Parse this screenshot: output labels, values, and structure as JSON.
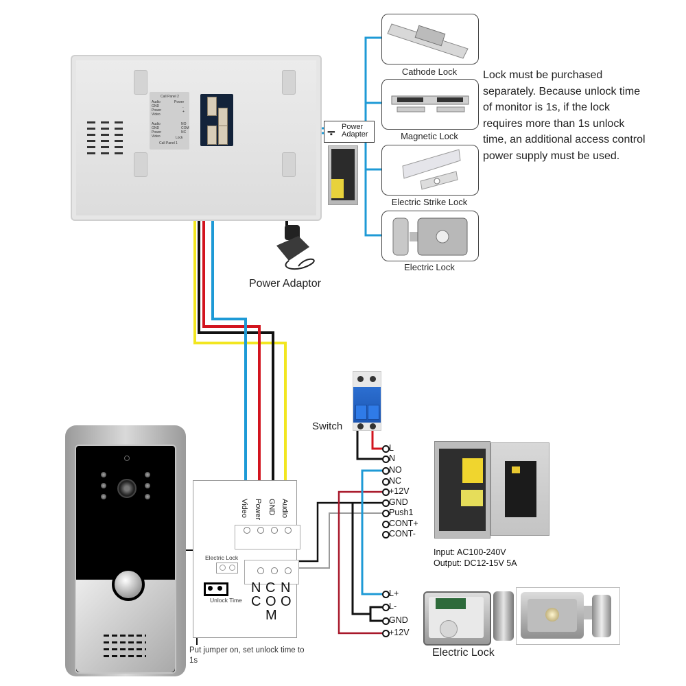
{
  "monitor": {
    "label_plate": {
      "title_top": "Call Panel 2",
      "title_bottom": "Call Panel 1",
      "left_pins_top": [
        "Audio",
        "GND",
        "Power",
        "Video"
      ],
      "left_pins_bottom": [
        "Audio",
        "GND",
        "Power",
        "Video"
      ],
      "right_top": "Power",
      "right_top_pins": [
        "-",
        "+"
      ],
      "right_bottom_pins": [
        "NO",
        "COM",
        "NC"
      ],
      "right_bottom_title": "Lock"
    }
  },
  "power_adapter_box": {
    "icon": "key-icon",
    "line1": "Power",
    "line2": "Adapter"
  },
  "lock_options": [
    {
      "name": "Cathode Lock"
    },
    {
      "name": "Magnetic Lock"
    },
    {
      "name": "Electric Strike Lock"
    },
    {
      "name": "Electric Lock"
    }
  ],
  "note": "Lock must be purchased separately. Because unlock time of monitor is 1s, if the lock requires more than 1s unlock time, an additional access control power supply must be used.",
  "power_adaptor_label": "Power Adaptor",
  "door_panel_box": {
    "wire_labels": [
      "Video",
      "Power",
      "GND",
      "Audio"
    ],
    "electric_lock_label": "Electric Lock",
    "unlock_time_label": "Unlock Time",
    "relay_columns": [
      {
        "lines": [
          "N",
          "C"
        ]
      },
      {
        "lines": [
          "C",
          "O",
          "M"
        ]
      },
      {
        "lines": [
          "N",
          "O"
        ]
      }
    ],
    "jumper_note": "Put jumper on, set unlock time to 1s"
  },
  "switch_label": "Switch",
  "psu_terminals": [
    "L",
    "N",
    "NO",
    "NC",
    "+12V",
    "GND",
    "Push1",
    "CONT+",
    "CONT-"
  ],
  "psu_spec": {
    "input": "Input: AC100-240V",
    "output": "Output: DC12-15V 5A"
  },
  "lock_terminals": [
    "L+",
    "L-",
    "GND",
    "+12V"
  ],
  "electric_lock_caption": "Electric Lock",
  "wire_colors": {
    "video": "#1e9ad6",
    "power": "#d2141e",
    "gnd": "#111111",
    "audio": "#f2e620",
    "push": "#9a9a9a",
    "lock_bus": "#1e9ad6"
  }
}
